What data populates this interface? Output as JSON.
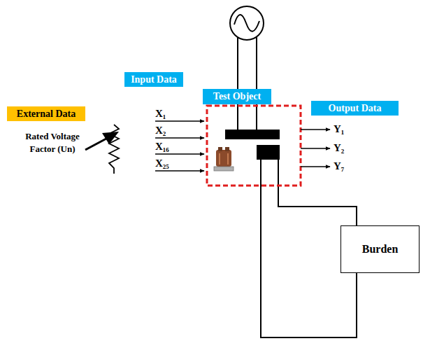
{
  "diagram": {
    "nodes": [
      {
        "text": [
          "External Data"
        ]
      },
      {
        "text": [
          "Input Data"
        ]
      },
      {
        "text": [
          "Test Object"
        ]
      },
      {
        "text": [
          "Output Data"
        ]
      },
      {
        "text": [
          "Burden"
        ]
      }
    ],
    "labels": [
      "Rated Voltage Factor (Un)",
      "X₁",
      "X₂",
      "X₁₆",
      "X₂₅",
      "Y₁",
      "Y₂",
      "Y₇"
    ]
  }
}
